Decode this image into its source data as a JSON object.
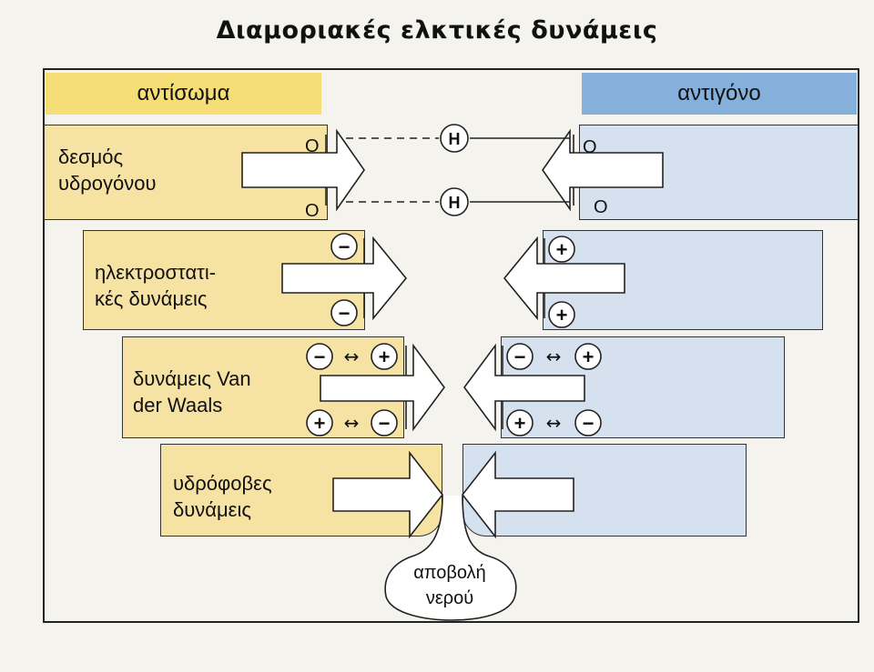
{
  "title": "Διαμοριακές ελκτικές δυνάμεις",
  "headers": {
    "left": "αντίσωμα",
    "right": "αντιγόνο"
  },
  "rows": [
    {
      "label_line1": "δεσμός",
      "label_line2": "υδρογόνου"
    },
    {
      "label_line1": "ηλεκτροστατι-",
      "label_line2": "κές δυνάμεις"
    },
    {
      "label_line1": "δυνάμεις Van",
      "label_line2": "der Waals"
    },
    {
      "label_line1": "υδρόφοβες",
      "label_line2": "δυνάμεις"
    }
  ],
  "symbols": {
    "oxygen": "O",
    "hydrogen": "H",
    "minus": "−",
    "plus": "+",
    "double_arrow": "↔"
  },
  "callout": {
    "line1": "αποβολή",
    "line2": "νερού"
  },
  "colors": {
    "antibody": "#f6e3a3",
    "antigen": "#d6e1ef",
    "antibody_header": "#f5de78",
    "antigen_header": "#86b0dc"
  }
}
